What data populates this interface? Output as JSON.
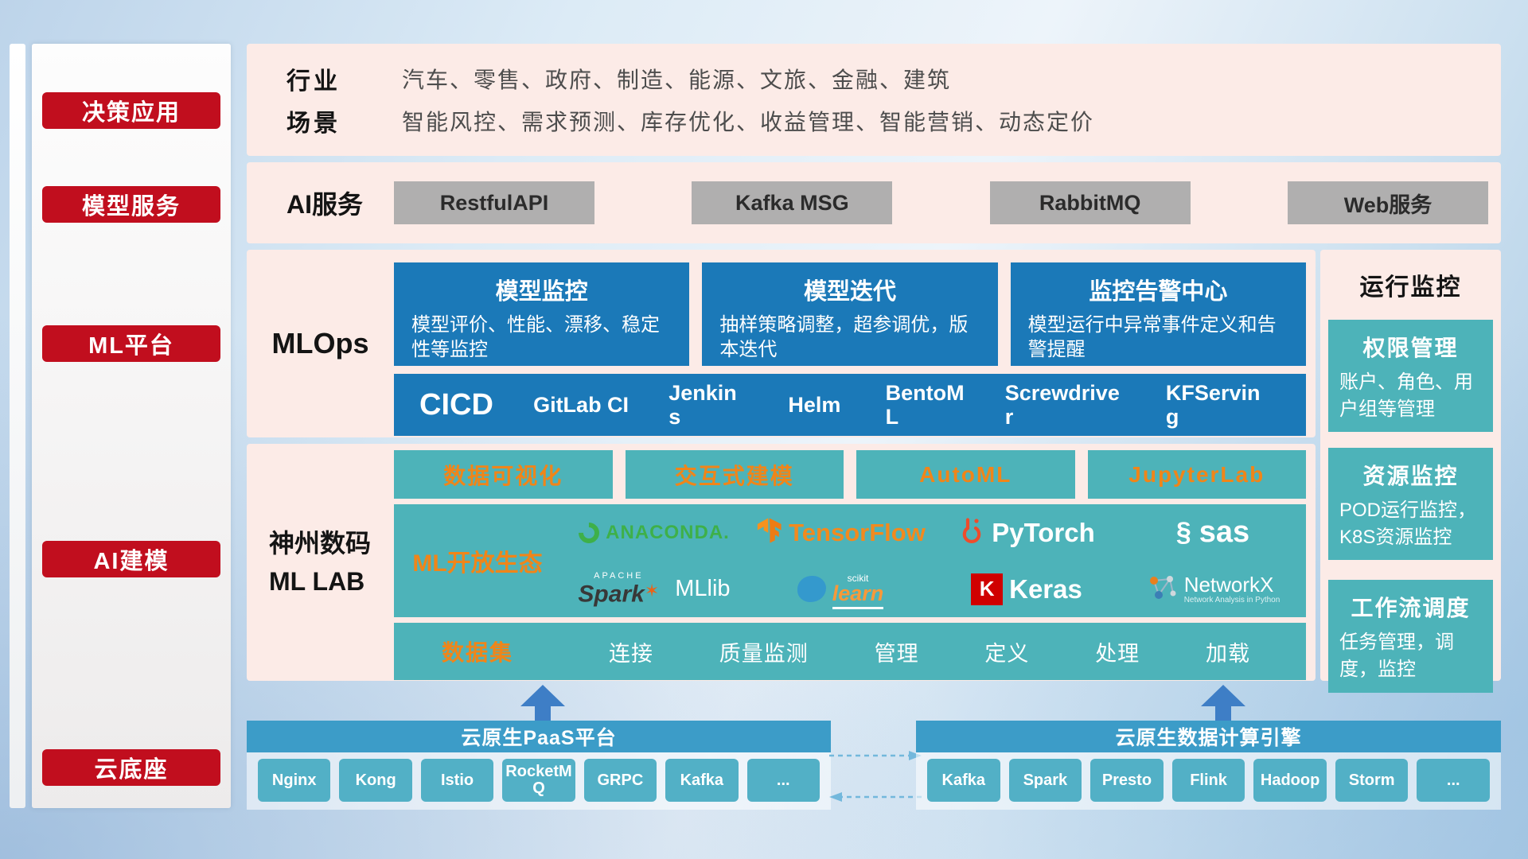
{
  "colors": {
    "sidebar_red": "#c10e1e",
    "panel_pink": "#fcebe7",
    "primary_blue": "#1b79b8",
    "teal": "#4db3b9",
    "accent_orange": "#f08519",
    "gray_button": "#b0afaf",
    "foundation_header_blue": "#3c9cc8",
    "foundation_button_teal": "#52b0c6",
    "arrow_blue": "#3e7ec6"
  },
  "sidebar": {
    "items": [
      {
        "label": "决策应用"
      },
      {
        "label": "模型服务"
      },
      {
        "label": "ML平台"
      },
      {
        "label": "AI建模"
      },
      {
        "label": "云底座"
      }
    ]
  },
  "industry": {
    "rows": [
      {
        "label": "行业",
        "value": "汽车、零售、政府、制造、能源、文旅、金融、建筑"
      },
      {
        "label": "场景",
        "value": "智能风控、需求预测、库存优化、收益管理、智能营销、动态定价"
      }
    ]
  },
  "ai_service": {
    "label": "AI服务",
    "buttons": [
      "RestfulAPI",
      "Kafka MSG",
      "RabbitMQ",
      "Web服务"
    ]
  },
  "mlops": {
    "label": "MLOps",
    "cards": [
      {
        "title": "模型监控",
        "desc": "模型评价、性能、漂移、稳定性等监控"
      },
      {
        "title": "模型迭代",
        "desc": "抽样策略调整，超参调优，版本迭代"
      },
      {
        "title": "监控告警中心",
        "desc": "模型运行中异常事件定义和告警提醒"
      }
    ],
    "cicd": {
      "label": "CICD",
      "tools": [
        "GitLab CI",
        "Jenkins",
        "Helm",
        "BentoML",
        "Screwdriver",
        "KFServing"
      ]
    }
  },
  "mllab": {
    "label_line1": "神州数码",
    "label_line2": "ML LAB",
    "tabs": [
      "数据可视化",
      "交互式建模",
      "AutoML",
      "JupyterLab"
    ],
    "ecosystem": {
      "label": "ML开放生态",
      "logos": {
        "anaconda": "ANACONDA.",
        "tensorflow": "TensorFlow",
        "pytorch": "PyTorch",
        "sas": "sas",
        "spark_top": "APACHE",
        "spark": "Spark",
        "mllib": "MLlib",
        "scikit_top": "scikit",
        "scikit": "learn",
        "keras_k": "K",
        "keras": "Keras",
        "networkx": "NetworkX",
        "networkx_sub": "Network Analysis in Python"
      }
    },
    "dataset": {
      "label": "数据集",
      "items": [
        "连接",
        "质量监测",
        "管理",
        "定义",
        "处理",
        "加载"
      ]
    }
  },
  "monitoring": {
    "title": "运行监控",
    "cards": [
      {
        "title": "权限管理",
        "desc": "账户、角色、用户组等管理"
      },
      {
        "title": "资源监控",
        "desc": "POD运行监控，K8S资源监控"
      },
      {
        "title": "工作流调度",
        "desc": "任务管理，调度，监控"
      }
    ]
  },
  "foundation": {
    "paas": {
      "title": "云原生PaaS平台",
      "items": [
        "Nginx",
        "Kong",
        "Istio",
        "RocketMQ",
        "GRPC",
        "Kafka",
        "..."
      ]
    },
    "engine": {
      "title": "云原生数据计算引擎",
      "items": [
        "Kafka",
        "Spark",
        "Presto",
        "Flink",
        "Hadoop",
        "Storm",
        "..."
      ]
    }
  }
}
